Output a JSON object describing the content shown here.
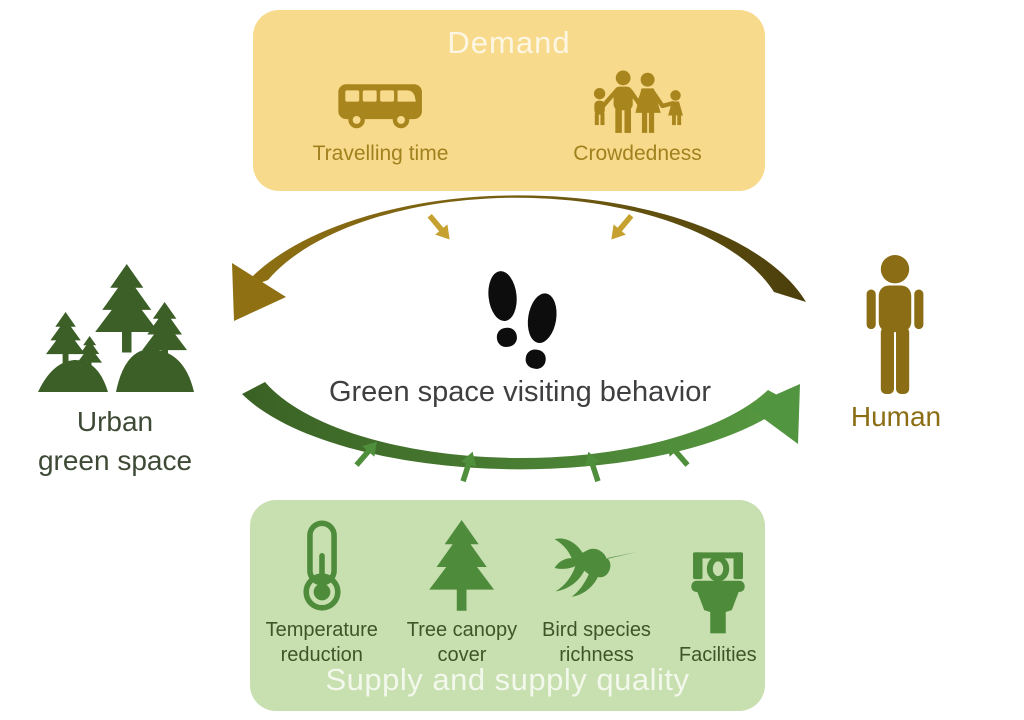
{
  "figure": {
    "demand": {
      "title": "Demand",
      "items": [
        {
          "icon": "bus-icon",
          "label": "Travelling time"
        },
        {
          "icon": "family-icon",
          "label": "Crowdedness"
        }
      ]
    },
    "center": {
      "icon": "footprints-icon",
      "label": "Green space visiting behavior"
    },
    "left_node": {
      "icon": "urban-forest-icon",
      "line1": "Urban",
      "line2": "green space"
    },
    "right_node": {
      "icon": "person-icon",
      "label": "Human"
    },
    "supply": {
      "title": "Supply and supply quality",
      "items": [
        {
          "icon": "thermometer-icon",
          "lines": [
            "Temperature",
            "reduction"
          ]
        },
        {
          "icon": "pine-tree-icon",
          "lines": [
            "Tree canopy",
            "cover"
          ]
        },
        {
          "icon": "hummingbird-icon",
          "lines": [
            "Bird species",
            "richness"
          ]
        },
        {
          "icon": "toilet-icon",
          "lines": [
            "Facilities"
          ]
        }
      ]
    }
  },
  "icons": {
    "bus-icon": "side view bus",
    "family-icon": "family of four holding hands",
    "footprints-icon": "two shoe prints",
    "urban-forest-icon": "pine trees on hills",
    "person-icon": "standing human figure",
    "thermometer-icon": "thermometer with bulb",
    "pine-tree-icon": "pine tree",
    "hummingbird-icon": "hummingbird",
    "toilet-icon": "toilet"
  },
  "colors": {
    "demand_bg": "#f8da8c",
    "demand_accent": "#a8861d",
    "demand_label": "#a0811e",
    "supply_bg": "#c8dfb0",
    "supply_accent": "#4e8c3c",
    "supply_label": "#3e5527",
    "top_arrow_gold": "#8f7013",
    "top_arrow_dark": "#4a3e0c",
    "bottom_arrow_dark_green": "#3a6124",
    "bottom_arrow_green": "#579a41",
    "small_arrow_gold": "#c6a12f",
    "small_arrow_green": "#4f8f3c",
    "human_text": "#8a6d15",
    "urban_green_space_text": "#3e4a36",
    "forest_icon_green": "#3b5f27",
    "center_text": "#3f3f41",
    "footprints": "#0d0d0d",
    "title_text": "#fcf6e3"
  }
}
